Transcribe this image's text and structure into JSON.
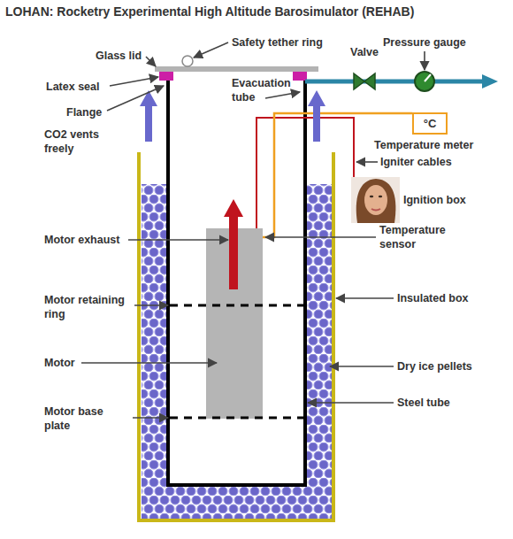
{
  "diagram": {
    "title": "LOHAN: Rocketry Experimental High Altitude Barosimulator (REHAB)",
    "nodes": [
      {
        "text": [
          "°C"
        ]
      }
    ],
    "labels": [
      "Safety tether ring",
      "Pressure gauge",
      "Glass lid",
      "Valve",
      "Latex seal",
      "Evacuation tube",
      "Flange",
      "CO2 vents freely",
      "Temperature meter",
      "Igniter cables",
      "Ignition box",
      "Motor exhaust",
      "Temperature sensor",
      "Insulated box",
      "Motor retaining ring",
      "Motor",
      "Dry ice pellets",
      "Steel tube",
      "Motor base plate"
    ]
  }
}
